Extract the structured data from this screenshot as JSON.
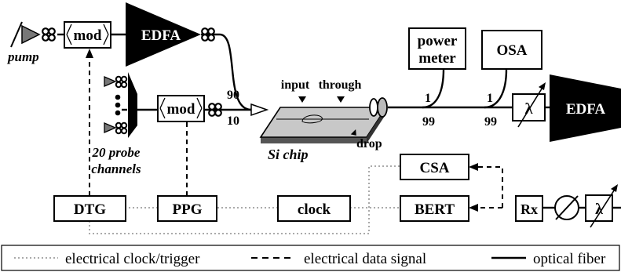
{
  "labels": {
    "pump": "pump",
    "mod_top": "mod",
    "mod_mid": "mod",
    "edfa_left": "EDFA",
    "edfa_right": "EDFA",
    "power_meter_1": "power",
    "power_meter_2": "meter",
    "osa": "OSA",
    "input": "input",
    "through": "through",
    "drop": "drop",
    "si_chip": "Si chip",
    "split_90": "90",
    "split_10": "10",
    "tap1_1": "1",
    "tap1_99": "99",
    "tap2_1": "1",
    "tap2_99": "99",
    "lambda_top": "λ",
    "lambda_bottom": "λ",
    "probe_1": "20 probe",
    "probe_2": "channels",
    "dtg": "DTG",
    "ppg": "PPG",
    "clock": "clock",
    "csa": "CSA",
    "bert": "BERT",
    "rx": "Rx"
  },
  "legend": {
    "clock_trigger": "electrical clock/trigger",
    "data_signal": "electrical data signal",
    "optical_fiber": "optical fiber"
  },
  "colors": {
    "line": "#000000",
    "clock_line": "#aaaaaa",
    "fill_dark": "#000000",
    "chip_fill": "#c8c8c8"
  }
}
